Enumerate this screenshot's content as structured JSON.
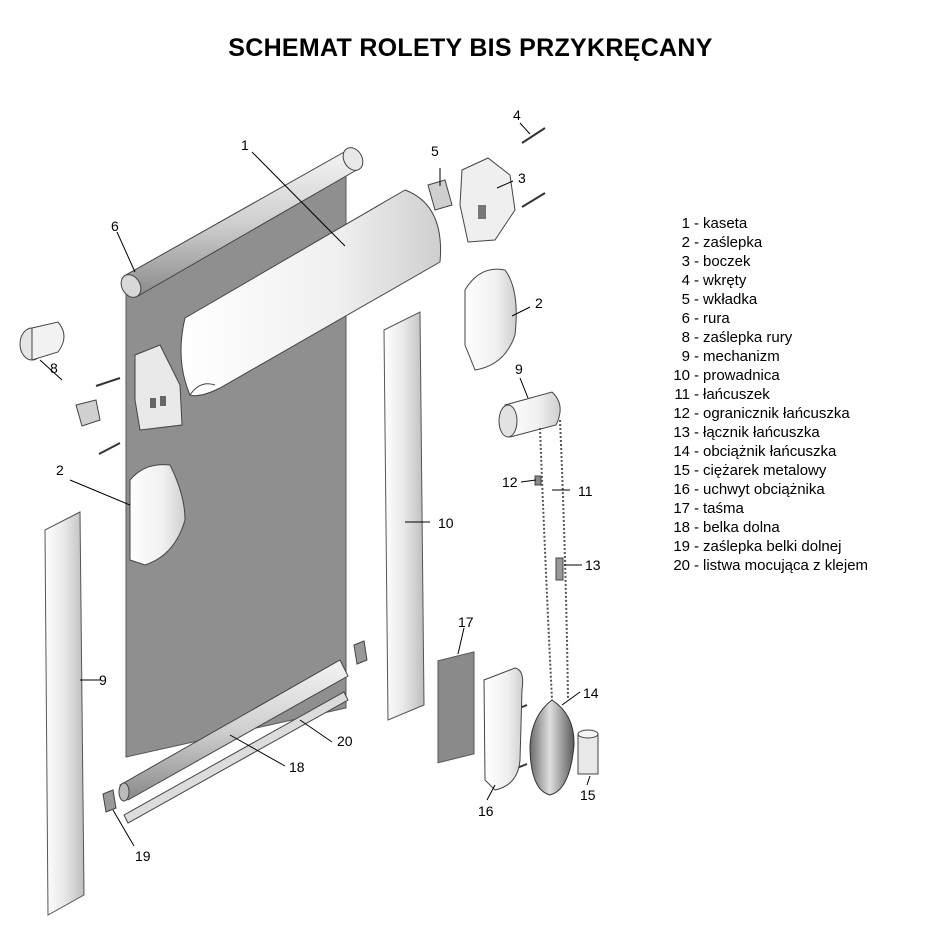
{
  "title": "SCHEMAT ROLETY BIS PRZYKRĘCANY",
  "legend": [
    {
      "num": "1",
      "name": "kaseta"
    },
    {
      "num": "2",
      "name": "zaślepka"
    },
    {
      "num": "3",
      "name": "boczek"
    },
    {
      "num": "4",
      "name": "wkręty"
    },
    {
      "num": "5",
      "name": "wkładka"
    },
    {
      "num": "6",
      "name": "rura"
    },
    {
      "num": "8",
      "name": "zaślepka rury"
    },
    {
      "num": "9",
      "name": "mechanizm"
    },
    {
      "num": "10",
      "name": "prowadnica"
    },
    {
      "num": "11",
      "name": "łańcuszek"
    },
    {
      "num": "12",
      "name": "ogranicznik łańcuszka"
    },
    {
      "num": "13",
      "name": "łącznik łańcuszka"
    },
    {
      "num": "14",
      "name": "obciążnik łańcuszka"
    },
    {
      "num": "15",
      "name": "ciężarek metalowy"
    },
    {
      "num": "16",
      "name": "uchwyt obciążnika"
    },
    {
      "num": "17",
      "name": "taśma"
    },
    {
      "num": "18",
      "name": "belka dolna"
    },
    {
      "num": "19",
      "name": "zaślepka belki dolnej"
    },
    {
      "num": "20",
      "name": "listwa mocująca z klejem"
    }
  ],
  "legend_separator": "-",
  "callouts": [
    "1",
    "2",
    "2",
    "3",
    "4",
    "5",
    "6",
    "8",
    "9",
    "9",
    "10",
    "11",
    "12",
    "13",
    "14",
    "15",
    "16",
    "17",
    "18",
    "19",
    "20"
  ]
}
